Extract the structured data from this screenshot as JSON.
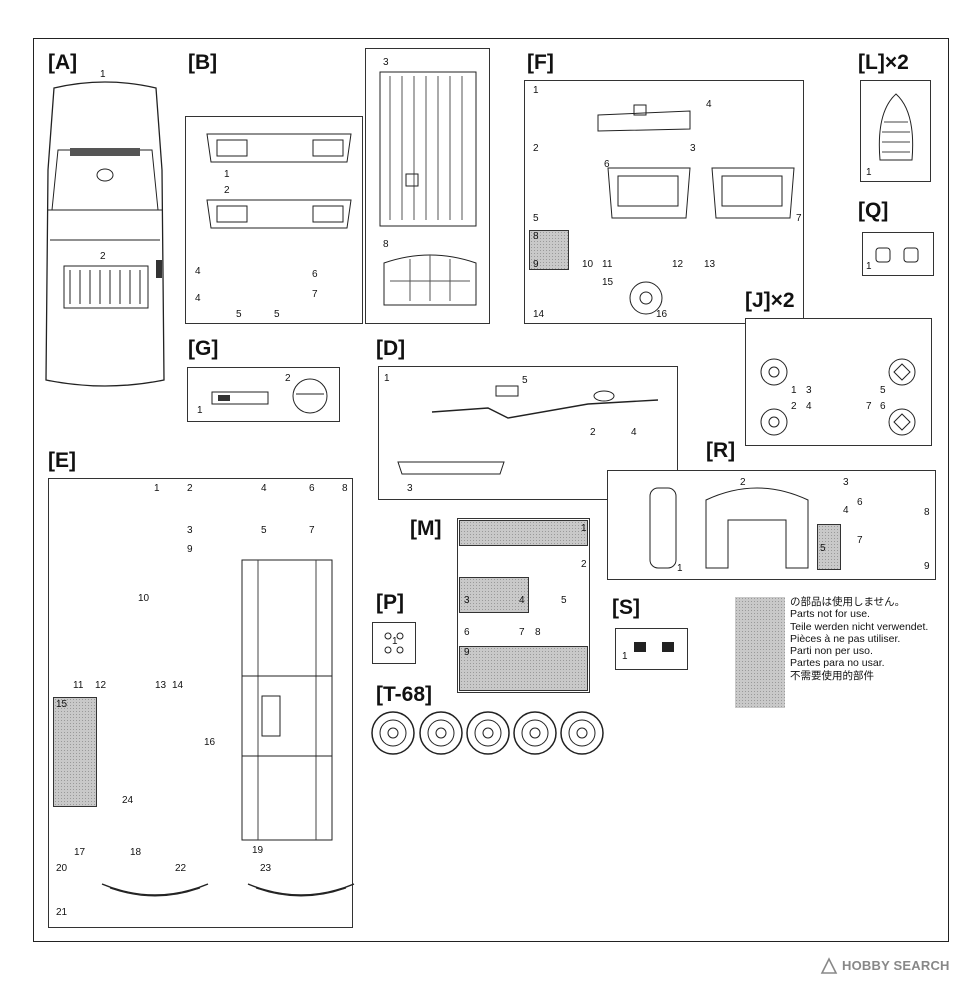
{
  "parts": {
    "A": {
      "label": "[A]",
      "nums": [
        "1",
        "2"
      ]
    },
    "B": {
      "label": "[B]",
      "nums": [
        "1",
        "2",
        "3",
        "4",
        "4",
        "5",
        "5",
        "6",
        "7",
        "8"
      ]
    },
    "F": {
      "label": "[F]",
      "nums": [
        "1",
        "2",
        "3",
        "4",
        "5",
        "6",
        "7",
        "8",
        "9",
        "10",
        "11",
        "12",
        "13",
        "14",
        "15",
        "16"
      ]
    },
    "L": {
      "label": "[L]×2",
      "nums": [
        "1"
      ]
    },
    "Q": {
      "label": "[Q]",
      "nums": [
        "1"
      ]
    },
    "J": {
      "label": "[J]×2",
      "nums": [
        "1",
        "2",
        "3",
        "4",
        "5",
        "6",
        "7"
      ]
    },
    "G": {
      "label": "[G]",
      "nums": [
        "1",
        "2"
      ]
    },
    "D": {
      "label": "[D]",
      "nums": [
        "1",
        "2",
        "3",
        "4",
        "5"
      ]
    },
    "E": {
      "label": "[E]",
      "nums": [
        "1",
        "2",
        "3",
        "4",
        "5",
        "6",
        "7",
        "8",
        "9",
        "10",
        "11",
        "12",
        "13",
        "14",
        "15",
        "16",
        "17",
        "18",
        "19",
        "20",
        "21",
        "22",
        "23",
        "24"
      ]
    },
    "R": {
      "label": "[R]",
      "nums": [
        "1",
        "2",
        "3",
        "4",
        "5",
        "6",
        "7",
        "8",
        "9"
      ]
    },
    "M": {
      "label": "[M]",
      "nums": [
        "1",
        "2",
        "3",
        "4",
        "5",
        "6",
        "7",
        "8",
        "9"
      ]
    },
    "P": {
      "label": "[P]",
      "nums": [
        "1"
      ]
    },
    "S": {
      "label": "[S]",
      "nums": [
        "1"
      ]
    },
    "T68": {
      "label": "[T-68]"
    }
  },
  "legend": {
    "lines": [
      "の部品は使用しません。",
      "Parts not for use.",
      "Teile werden nicht verwendet.",
      "Pièces à ne pas utiliser.",
      "Parti non per uso.",
      "Partes para no usar.",
      "不需要使用的部件"
    ],
    "swatch_color": "#c9c9c9"
  },
  "watermark": "HOBBY SEARCH"
}
